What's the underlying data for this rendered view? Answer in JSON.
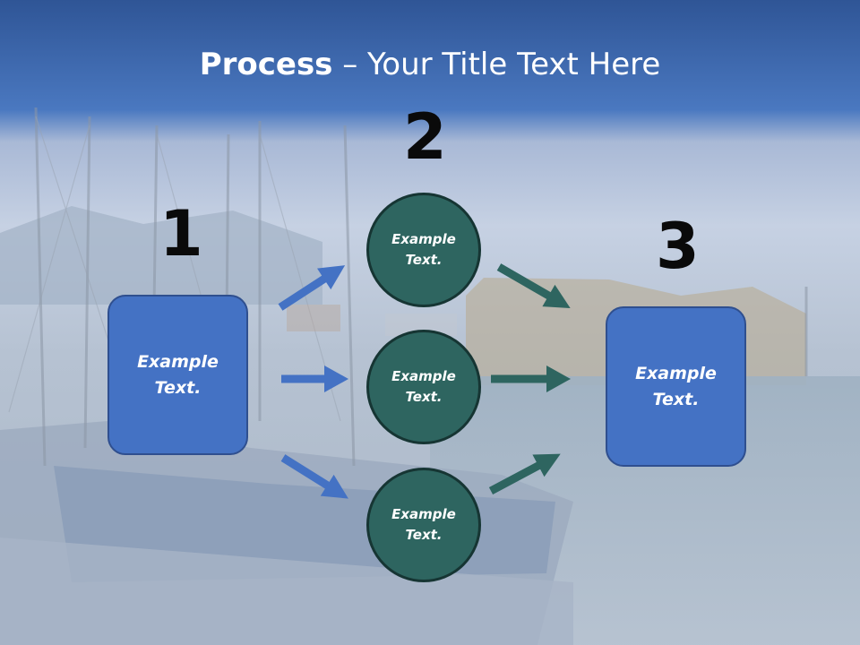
{
  "slide": {
    "title_bold": "Process",
    "title_rest": " – Your Title Text Here"
  },
  "steps": [
    {
      "number": "1",
      "text": "Example\nText."
    },
    {
      "number": "2",
      "circles": [
        "Example\nText.",
        "Example\nText.",
        "Example\nText."
      ]
    },
    {
      "number": "3",
      "text": "Example\nText."
    }
  ],
  "colors": {
    "header_blue": "#3d69b3",
    "box_blue": "#4472c4",
    "circle_teal": "#2e6560",
    "arrow_blue": "#4472c4",
    "arrow_teal": "#2e6560"
  }
}
